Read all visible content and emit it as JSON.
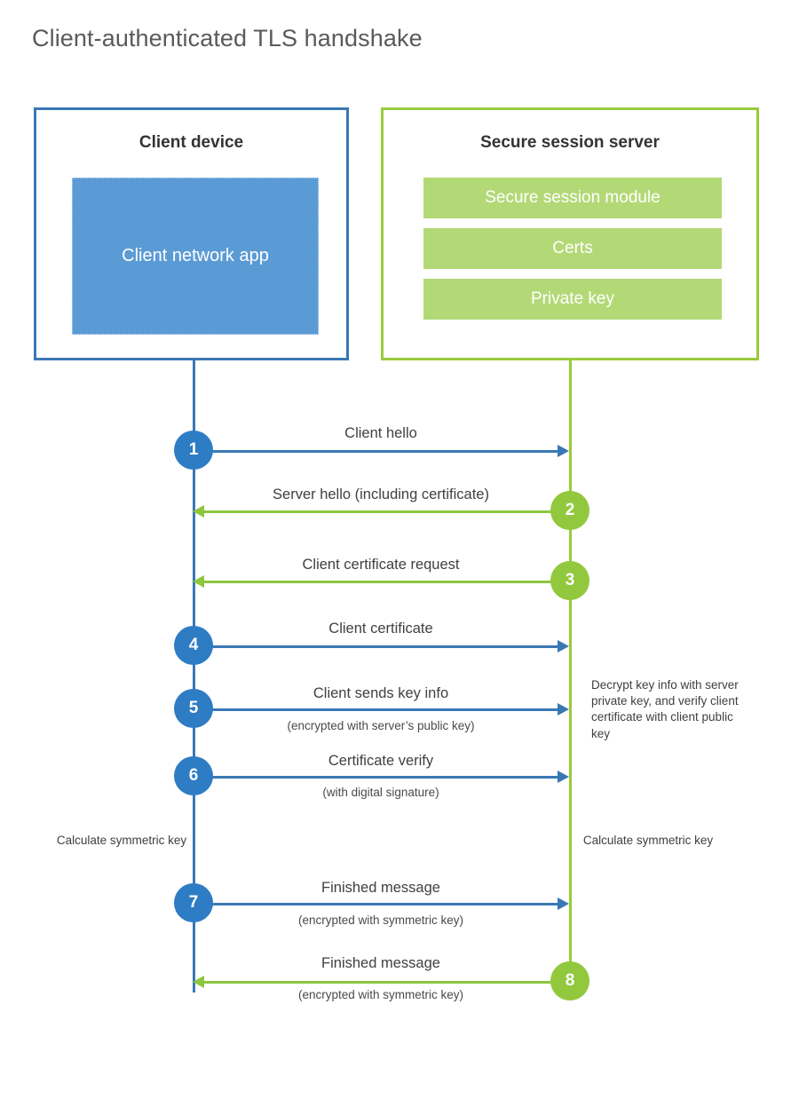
{
  "title": "Client-authenticated TLS handshake",
  "colors": {
    "client_blue": "#3A78B5",
    "client_app_fill": "#5B9BD5",
    "server_green": "#9ACA3C",
    "server_module_fill": "#B3D977",
    "step_blue": "#2E7CC4",
    "step_green": "#92C83E",
    "text": "#404040"
  },
  "parties": {
    "client": {
      "title": "Client device",
      "app_label": "Client network app"
    },
    "server": {
      "title": "Secure session server",
      "modules": [
        "Secure session module",
        "Certs",
        "Private key"
      ]
    }
  },
  "notes": {
    "server_decrypt": "Decrypt key info with server private key, and verify client certificate with client public key",
    "client_calculate": "Calculate symmetric key",
    "server_calculate": "Calculate symmetric key"
  },
  "messages": [
    {
      "step": "1",
      "label": "Client hello",
      "sub": "",
      "direction": "client-to-server",
      "color": "blue"
    },
    {
      "step": "2",
      "label": "Server hello (including certificate)",
      "sub": "",
      "direction": "server-to-client",
      "color": "green"
    },
    {
      "step": "3",
      "label": "Client certificate request",
      "sub": "",
      "direction": "server-to-client",
      "color": "green"
    },
    {
      "step": "4",
      "label": "Client certificate",
      "sub": "",
      "direction": "client-to-server",
      "color": "blue"
    },
    {
      "step": "5",
      "label": "Client sends key info",
      "sub": "(encrypted with server’s public key)",
      "direction": "client-to-server",
      "color": "blue"
    },
    {
      "step": "6",
      "label": "Certificate verify",
      "sub": "(with digital signature)",
      "direction": "client-to-server",
      "color": "blue"
    },
    {
      "step": "7",
      "label": "Finished message",
      "sub": "(encrypted with symmetric key)",
      "direction": "client-to-server",
      "color": "blue"
    },
    {
      "step": "8",
      "label": "Finished message",
      "sub": "(encrypted with symmetric key)",
      "direction": "server-to-client",
      "color": "green"
    }
  ]
}
